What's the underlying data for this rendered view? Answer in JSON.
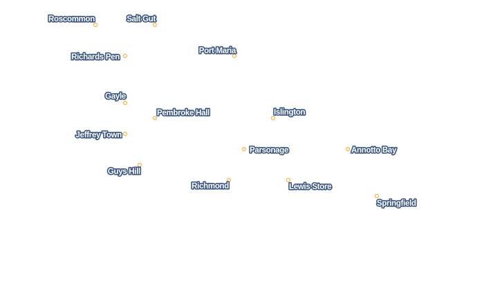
{
  "map": {
    "places": [
      {
        "name": "Roscommon"
      },
      {
        "name": "Salt Gut"
      },
      {
        "name": "Richards Pen"
      },
      {
        "name": "Port Maria"
      },
      {
        "name": "Gayle"
      },
      {
        "name": "Pembroke Hall"
      },
      {
        "name": "Islington"
      },
      {
        "name": "Jeffrey Town"
      },
      {
        "name": "Parsonage"
      },
      {
        "name": "Annotto Bay"
      },
      {
        "name": "Guys Hill"
      },
      {
        "name": "Richmond"
      },
      {
        "name": "Lewis Store"
      },
      {
        "name": "Springfield"
      }
    ],
    "colors": {
      "marker_stroke": "#f0b64a",
      "marker_fill": "#ffffff",
      "label_halo": "#3a5580",
      "label_text": "#ffffff"
    }
  }
}
